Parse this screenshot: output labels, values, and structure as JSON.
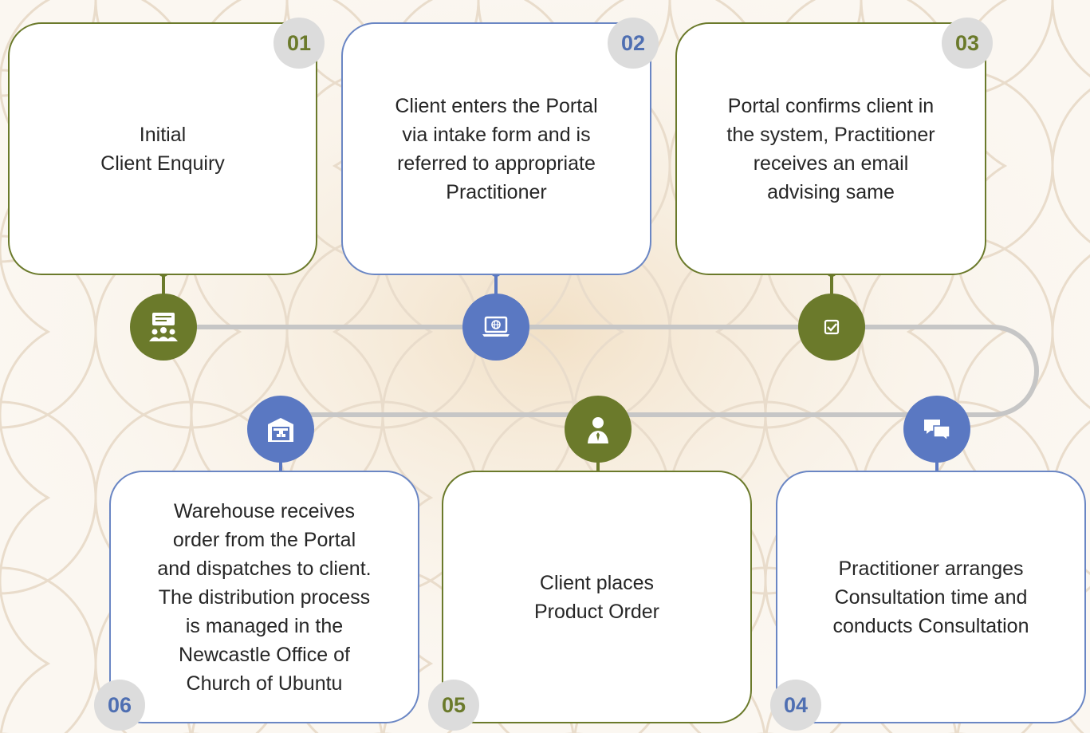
{
  "steps": [
    {
      "number": "01",
      "text": "Initial\nClient Enquiry",
      "icon": "client-enquiry-group-icon",
      "color": "#6b7a2b"
    },
    {
      "number": "02",
      "text": "Client enters the Portal\nvia intake form and is\nreferred to appropriate\nPractitioner",
      "icon": "laptop-globe-icon",
      "color": "#5a78c2"
    },
    {
      "number": "03",
      "text": "Portal confirms client in\nthe system, Practitioner\nreceives an email\nadvising same",
      "icon": "checkbox-icon",
      "color": "#6b7a2b"
    },
    {
      "number": "04",
      "text": "Practitioner arranges\nConsultation time and\nconducts Consultation",
      "icon": "chat-bubbles-icon",
      "color": "#5a78c2"
    },
    {
      "number": "05",
      "text": "Client places\nProduct Order",
      "icon": "businessman-icon",
      "color": "#6b7a2b"
    },
    {
      "number": "06",
      "text": "Warehouse receives\norder from the Portal\nand dispatches to client.\nThe distribution process\nis managed in the\nNewcastle Office of\nChurch of Ubuntu",
      "icon": "warehouse-icon",
      "color": "#5a78c2"
    }
  ]
}
